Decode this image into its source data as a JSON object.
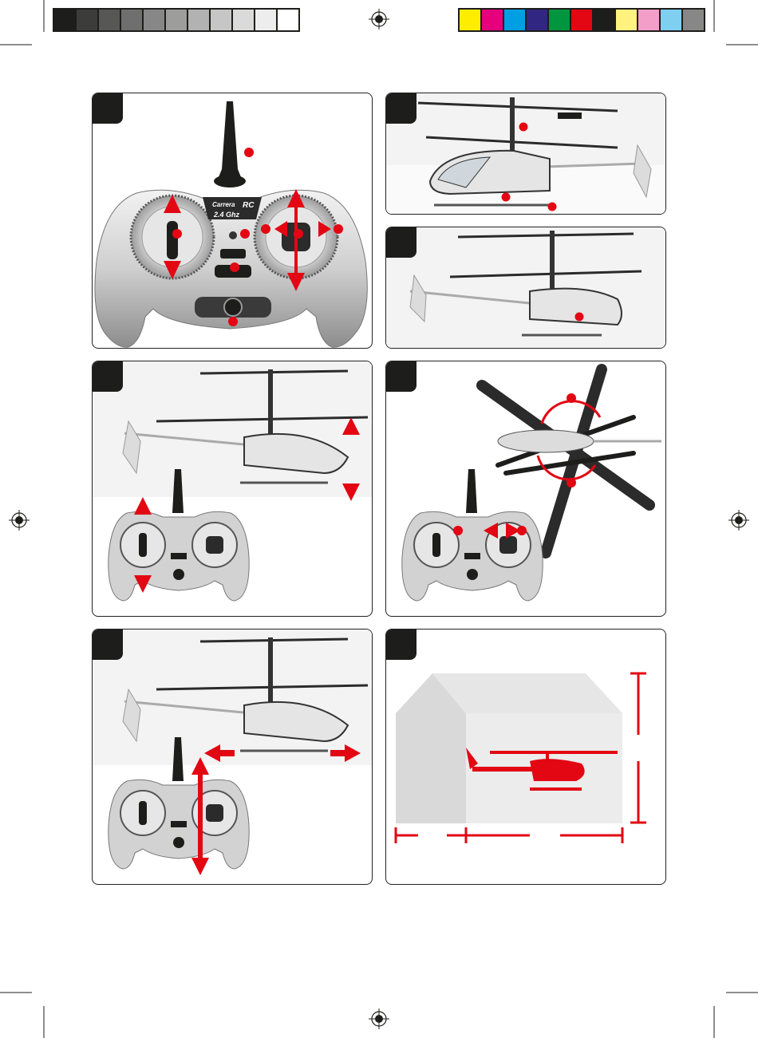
{
  "color_bar": {
    "grays": [
      "#1d1d1b",
      "#3c3c3b",
      "#575756",
      "#706f6f",
      "#878787",
      "#9d9d9c",
      "#b2b2b2",
      "#c6c6c6",
      "#dadada",
      "#ededed",
      "#ffffff"
    ],
    "process": [
      "#ffed00",
      "#e6007e",
      "#009fe3",
      "#312783",
      "#009640",
      "#e30613",
      "#1d1d1b",
      "#fff27f",
      "#f29ec8",
      "#7fcff1",
      "#878787"
    ]
  },
  "colors": {
    "accent": "#e30613",
    "ink": "#1d1d1b"
  },
  "transmitter": {
    "brand": "Carrera",
    "model_mark": "RC",
    "frequency": "2.4 Ghz"
  },
  "panels": [
    {
      "id": "1",
      "name": "transmitter-overview"
    },
    {
      "id": "2",
      "name": "helicopter-side-right"
    },
    {
      "id": "3",
      "name": "helicopter-side-left"
    },
    {
      "id": "4",
      "name": "throttle-up-down"
    },
    {
      "id": "5",
      "name": "rotation-left-right"
    },
    {
      "id": "6",
      "name": "forward-backward"
    },
    {
      "id": "7",
      "name": "indoor-flight-space"
    }
  ]
}
